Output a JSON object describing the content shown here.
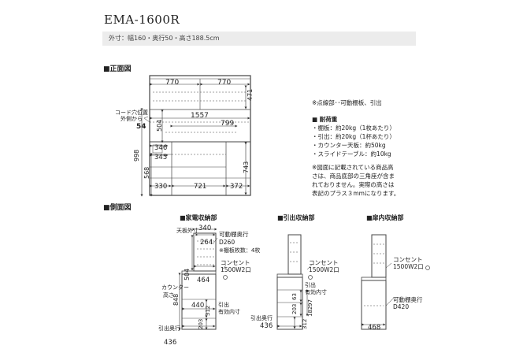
{
  "model": "EMA-1600R",
  "dimensions_text": "外寸：幅160・奥行50・高さ188.5cm",
  "front": {
    "section_title": "■正面図",
    "labels": {
      "w770a": "770",
      "w770b": "770",
      "h471": "471",
      "cord_note_1": "コード穴位置",
      "cord_note_2": "外側から",
      "d54": "54",
      "w1557": "1557",
      "w799": "799",
      "h504": "504",
      "h998": "998",
      "h346": "346",
      "h345": "345",
      "h568": "568",
      "h743": "743",
      "w330": "330",
      "w721": "721",
      "w372": "372"
    }
  },
  "notes": {
    "dotted": "※点線部･･可動棚板、引出",
    "load_title": "■ 耐荷重",
    "load_items": [
      "・棚板：約20kg（1枚あたり）",
      "・引出：約20kg（1杯あたり）",
      "・カウンター天板：約50kg",
      "・スライドテーブル：約10kg"
    ],
    "disclaimer": [
      "※図面に記載されている商品高",
      "さは、商品底部の三角座が含ま",
      "れておりません。実際の高さは",
      "表記のプラス３mmになります。"
    ]
  },
  "side": {
    "section_title": "■側面図",
    "kaden": {
      "title": "■家電収納部",
      "tenban": "天板外寸",
      "d340": "340",
      "h264": "264",
      "kado1": "可動棚奥行",
      "kado2": "D260",
      "kado3": "※棚板枚数：4枚",
      "outlet1": "コンセント",
      "outlet2": "1500W2口",
      "h504": "504",
      "d464": "464",
      "counter1": "カウンター",
      "counter2": "高さ",
      "h848": "848",
      "d440": "440",
      "hiki1": "引出",
      "hiki2": "有効内寸",
      "h312": "312",
      "h203": "203",
      "okuyuki1": "引出奥行",
      "okuyuki2": "436"
    },
    "hikidashi": {
      "title": "■引出収納部",
      "outlet1": "コンセント",
      "outlet2": "1500W2口",
      "hiki1": "引出",
      "hiki2": "有効内寸",
      "h63": "63",
      "h97": "97",
      "h203": "203",
      "h182": "182",
      "h312": "312",
      "okuyuki1": "引出奥行",
      "okuyuki2": "436"
    },
    "tobira": {
      "title": "■扉内収納部",
      "outlet1": "コンセント",
      "outlet2": "1500W2口",
      "kado1": "可動棚奥行",
      "kado2": "D420",
      "d468": "468"
    }
  }
}
